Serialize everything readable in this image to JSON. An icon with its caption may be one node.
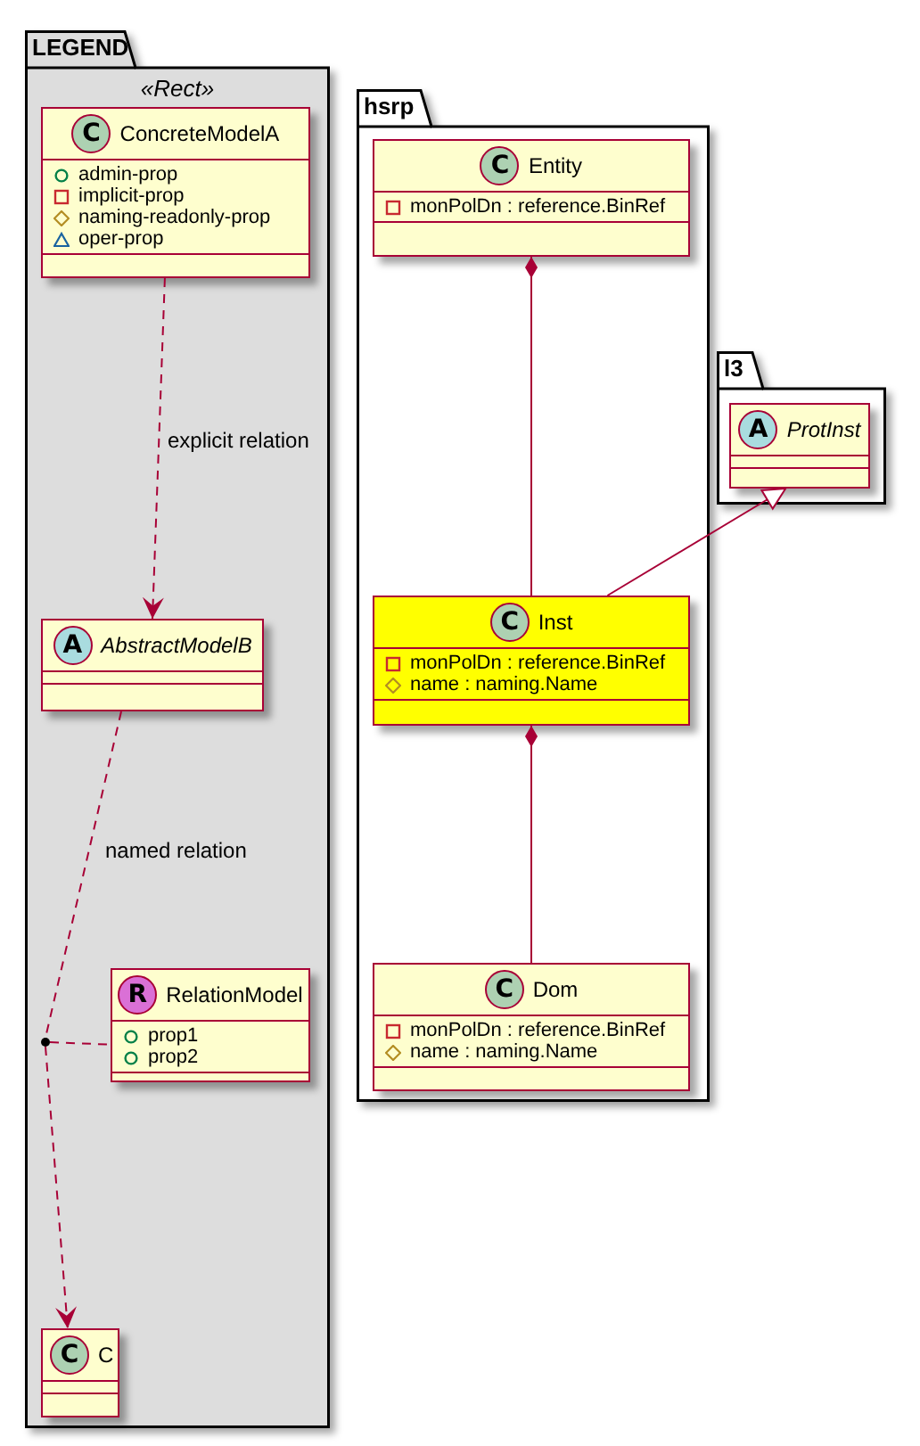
{
  "diagram": {
    "nodes": [
      {
        "text": [
          "LEGEND",
          "«Rect»"
        ]
      },
      {
        "text": [
          "C",
          "ConcreteModelA",
          "admin-prop",
          "implicit-prop",
          "naming-readonly-prop",
          "oper-prop"
        ],
        "in": 0
      },
      {
        "text": [
          "A",
          "AbstractModelB"
        ],
        "in": 0
      },
      {
        "text": [],
        "shape": "circle",
        "in": 0
      },
      {
        "text": [
          "R",
          "RelationModel",
          "prop1",
          "prop2"
        ],
        "in": 0
      },
      {
        "text": [
          "C",
          "C"
        ],
        "in": 0
      },
      {
        "text": [
          "hsrp"
        ]
      },
      {
        "text": [
          "C",
          "Entity",
          "monPolDn : reference.BinRef"
        ],
        "in": 6
      },
      {
        "text": [
          "C",
          "Inst",
          "monPolDn : reference.BinRef",
          "name : naming.Name"
        ],
        "in": 6
      },
      {
        "text": [
          "C",
          "Dom",
          "monPolDn : reference.BinRef",
          "name : naming.Name"
        ],
        "in": 6
      },
      {
        "text": [
          "l3"
        ]
      },
      {
        "text": [
          "A",
          "ProtInst"
        ],
        "in": 10
      }
    ],
    "edges": [
      {
        "from": 1,
        "to": 2,
        "arrow": "to",
        "style": "dashed",
        "label": "explicit relation"
      },
      {
        "from": 2,
        "to": 3,
        "arrow": "none",
        "style": "dashed",
        "label": "named relation"
      },
      {
        "from": 3,
        "to": 5,
        "arrow": "to",
        "style": "dashed"
      },
      {
        "from": 3,
        "to": 4,
        "arrow": "none",
        "style": "dashed"
      },
      {
        "from": 7,
        "to": 8,
        "arrow": "other"
      },
      {
        "from": 8,
        "to": 9,
        "arrow": "other"
      },
      {
        "from": 8,
        "to": 11,
        "arrow": "to"
      }
    ]
  }
}
